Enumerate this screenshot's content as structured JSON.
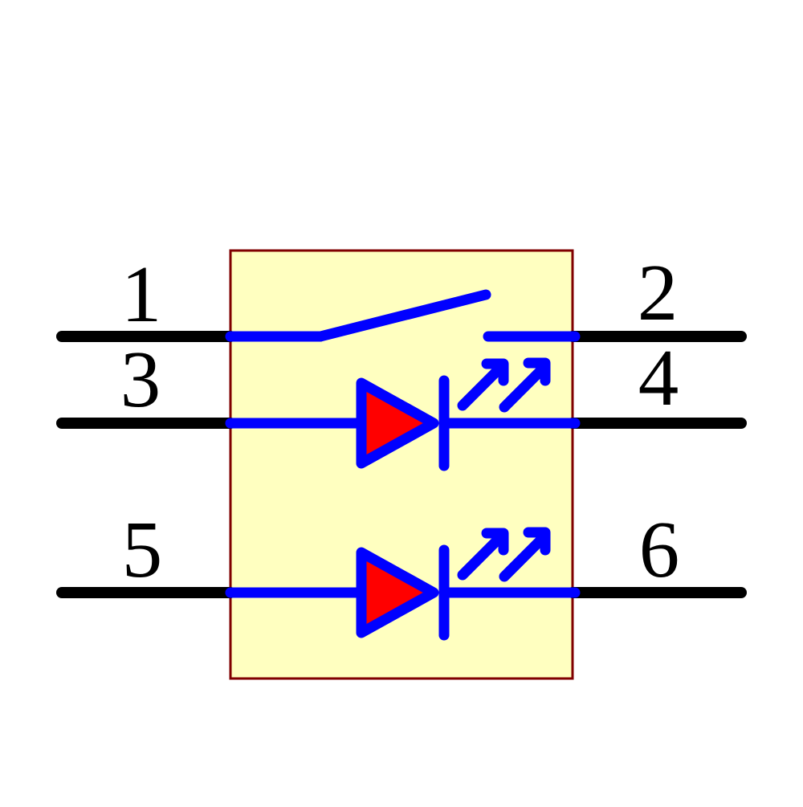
{
  "symbol": {
    "kind": "schematic-symbol",
    "pins": [
      {
        "number": "1",
        "side": "left",
        "row": 1
      },
      {
        "number": "2",
        "side": "right",
        "row": 1
      },
      {
        "number": "3",
        "side": "left",
        "row": 2
      },
      {
        "number": "4",
        "side": "right",
        "row": 2
      },
      {
        "number": "5",
        "side": "left",
        "row": 3
      },
      {
        "number": "6",
        "side": "right",
        "row": 3
      }
    ],
    "sections": [
      {
        "type": "spst-switch",
        "between_pins": "1-2"
      },
      {
        "type": "led",
        "between_pins": "3-4"
      },
      {
        "type": "led",
        "between_pins": "5-6"
      }
    ],
    "colors": {
      "background": "#FFFFFF",
      "body_fill": "#FFFFC0",
      "body_outline": "#800000",
      "graphics_stroke": "#0000FF",
      "led_fill": "#FF0000",
      "pin_wire": "#000000",
      "pin_number_text": "#000000"
    }
  }
}
